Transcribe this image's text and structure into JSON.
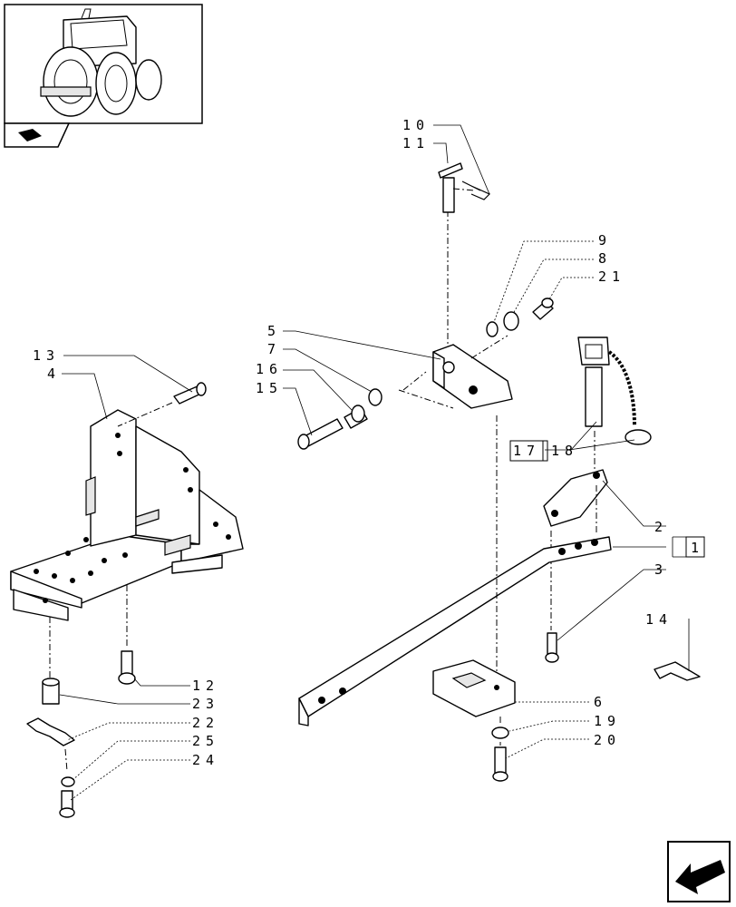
{
  "callouts": [
    {
      "id": "c1",
      "text": "1"
    },
    {
      "id": "c2",
      "text": "2"
    },
    {
      "id": "c3",
      "text": "3"
    },
    {
      "id": "c4",
      "text": "4"
    },
    {
      "id": "c5",
      "text": "5"
    },
    {
      "id": "c6",
      "text": "6"
    },
    {
      "id": "c7",
      "text": "7"
    },
    {
      "id": "c8",
      "text": "8"
    },
    {
      "id": "c9",
      "text": "9"
    },
    {
      "id": "c10",
      "text": "10"
    },
    {
      "id": "c11",
      "text": "11"
    },
    {
      "id": "c12",
      "text": "12"
    },
    {
      "id": "c13",
      "text": "13"
    },
    {
      "id": "c14",
      "text": "14"
    },
    {
      "id": "c15",
      "text": "15"
    },
    {
      "id": "c16",
      "text": "16"
    },
    {
      "id": "c17",
      "text": "17"
    },
    {
      "id": "c18",
      "text": "18"
    },
    {
      "id": "c19",
      "text": "19"
    },
    {
      "id": "c20",
      "text": "20"
    },
    {
      "id": "c21",
      "text": "21"
    },
    {
      "id": "c22",
      "text": "22"
    },
    {
      "id": "c23",
      "text": "23"
    },
    {
      "id": "c24",
      "text": "24"
    },
    {
      "id": "c25",
      "text": "25"
    }
  ],
  "icons": {
    "thumbnail": "tractor-rear-view-icon",
    "section": "book-section-icon",
    "next": "next-page-arrow-icon"
  }
}
